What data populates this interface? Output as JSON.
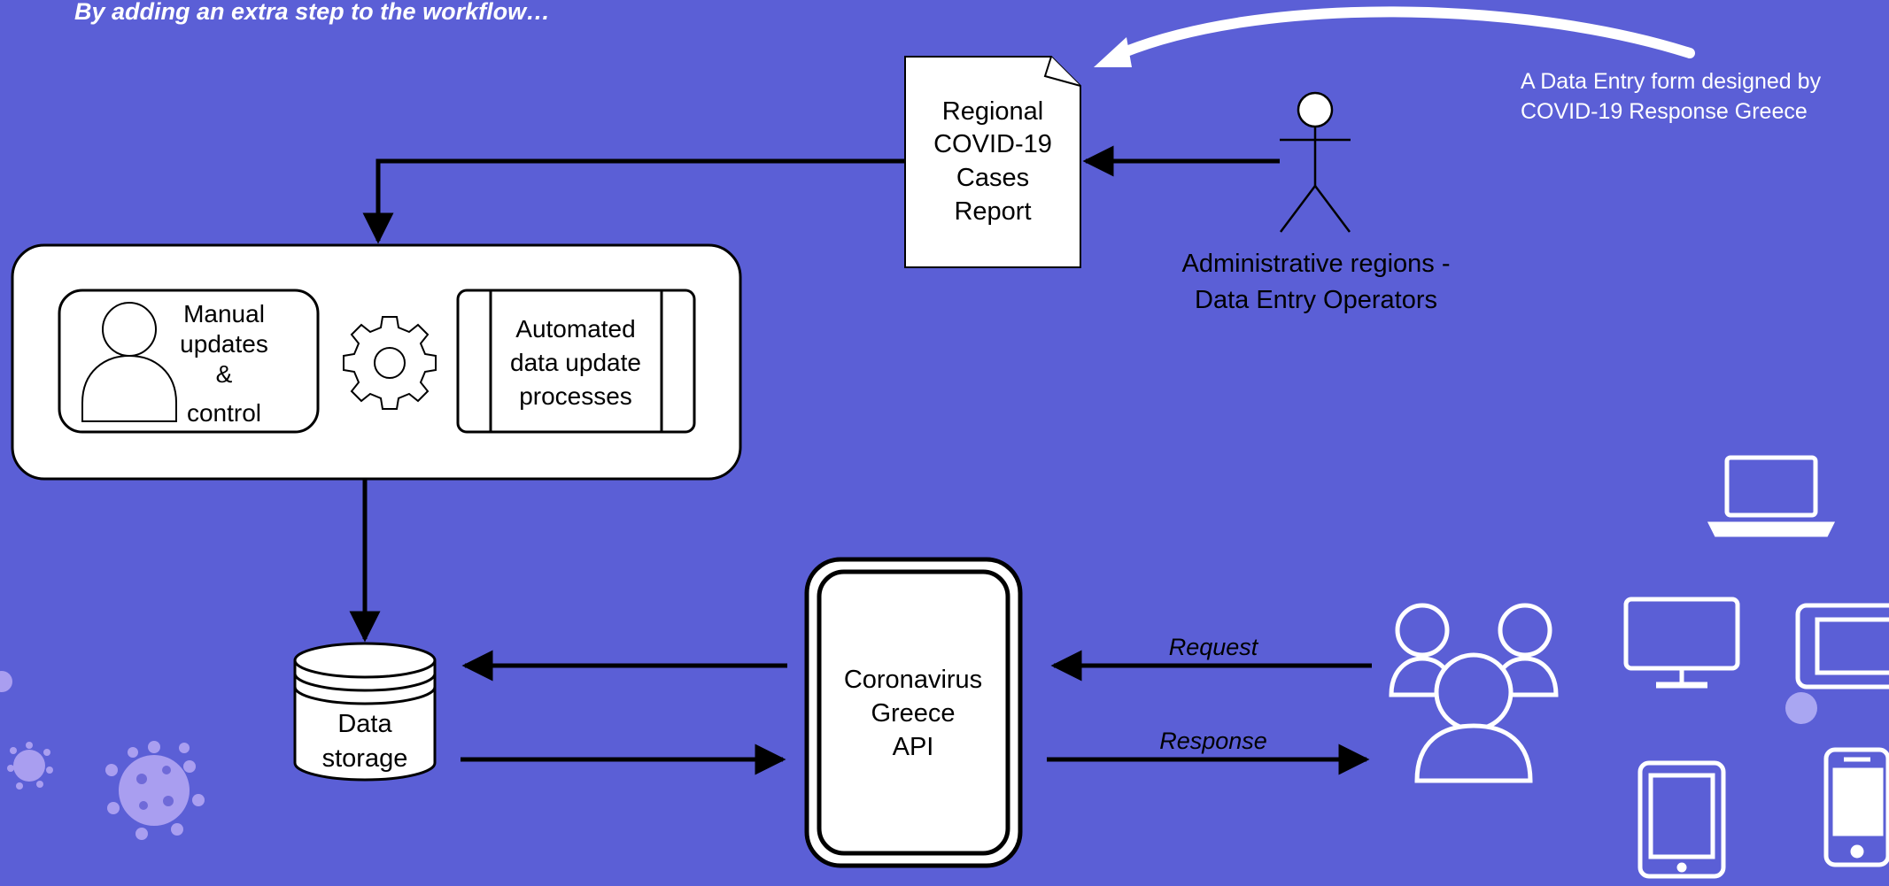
{
  "colors": {
    "background": "#5b5fd6",
    "panel_fill": "#ffffff",
    "stroke": "#000000",
    "white_accent": "#ffffff",
    "virus": "#a99ef0"
  },
  "header": {
    "subtitle": "By adding an extra step to the workflow…"
  },
  "annotation": {
    "line1": "A Data Entry form designed by",
    "line2": "COVID-19 Response Greece"
  },
  "report": {
    "lines": [
      "Regional",
      "COVID-19",
      "Cases",
      "Report"
    ]
  },
  "actor": {
    "label_line1": "Administrative regions -",
    "label_line2": "Data Entry Operators"
  },
  "process": {
    "manual": {
      "lines": [
        "Manual",
        "updates",
        "&",
        "control"
      ]
    },
    "automated": {
      "lines": [
        "Automated",
        "data update",
        "processes"
      ]
    }
  },
  "storage": {
    "lines": [
      "Data",
      "storage"
    ]
  },
  "api": {
    "lines": [
      "Coronavirus",
      "Greece",
      "API"
    ]
  },
  "arrows": {
    "request": "Request",
    "response": "Response"
  },
  "icons": {
    "users": "users-group-icon",
    "laptop": "laptop-icon",
    "desktop": "desktop-icon",
    "tablet": "tablet-icon",
    "phone": "smartphone-icon",
    "gear": "gear-icon",
    "person": "person-icon",
    "virus": "virus-icon"
  }
}
